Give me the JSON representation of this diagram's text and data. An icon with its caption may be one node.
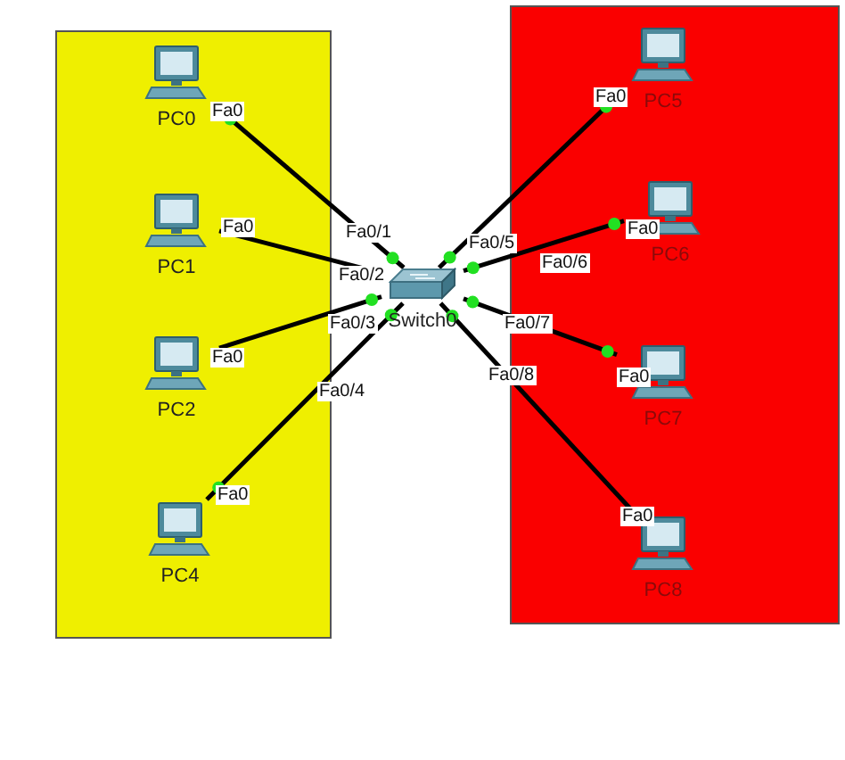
{
  "diagram": {
    "nodes": [
      {
        "text": [],
        "shape": "box"
      },
      {
        "text": [
          "PC0"
        ],
        "in": 0
      },
      {
        "text": [
          "PC1"
        ],
        "in": 0
      },
      {
        "text": [
          "PC2"
        ],
        "in": 0
      },
      {
        "text": [
          "PC4"
        ],
        "in": 0
      },
      {
        "text": [
          "Switch0"
        ]
      },
      {
        "text": [],
        "shape": "box"
      },
      {
        "text": [
          "PC5"
        ],
        "in": 6
      },
      {
        "text": [
          "PC6"
        ],
        "in": 6
      },
      {
        "text": [
          "PC7"
        ],
        "in": 6
      },
      {
        "text": [
          "PC8"
        ],
        "in": 6
      }
    ],
    "edges": [
      {
        "from": 1,
        "to": 5,
        "arrow": "none"
      },
      {
        "from": 2,
        "to": 5,
        "arrow": "none"
      },
      {
        "from": 3,
        "to": 5,
        "arrow": "none"
      },
      {
        "from": 4,
        "to": 5,
        "arrow": "none"
      },
      {
        "from": 7,
        "to": 5,
        "arrow": "none"
      },
      {
        "from": 8,
        "to": 5,
        "arrow": "none"
      },
      {
        "from": 9,
        "to": 5,
        "arrow": "none"
      },
      {
        "from": 10,
        "to": 5,
        "arrow": "none"
      }
    ],
    "labels": [
      "Fa0",
      "Fa0/1",
      "Fa0",
      "Fa0/2",
      "Fa0",
      "Fa0/3",
      "Fa0",
      "Fa0/4",
      "Fa0",
      "Fa0/5",
      "Fa0",
      "Fa0/6",
      "Fa0",
      "Fa0/7",
      "Fa0",
      "Fa0/8"
    ]
  }
}
